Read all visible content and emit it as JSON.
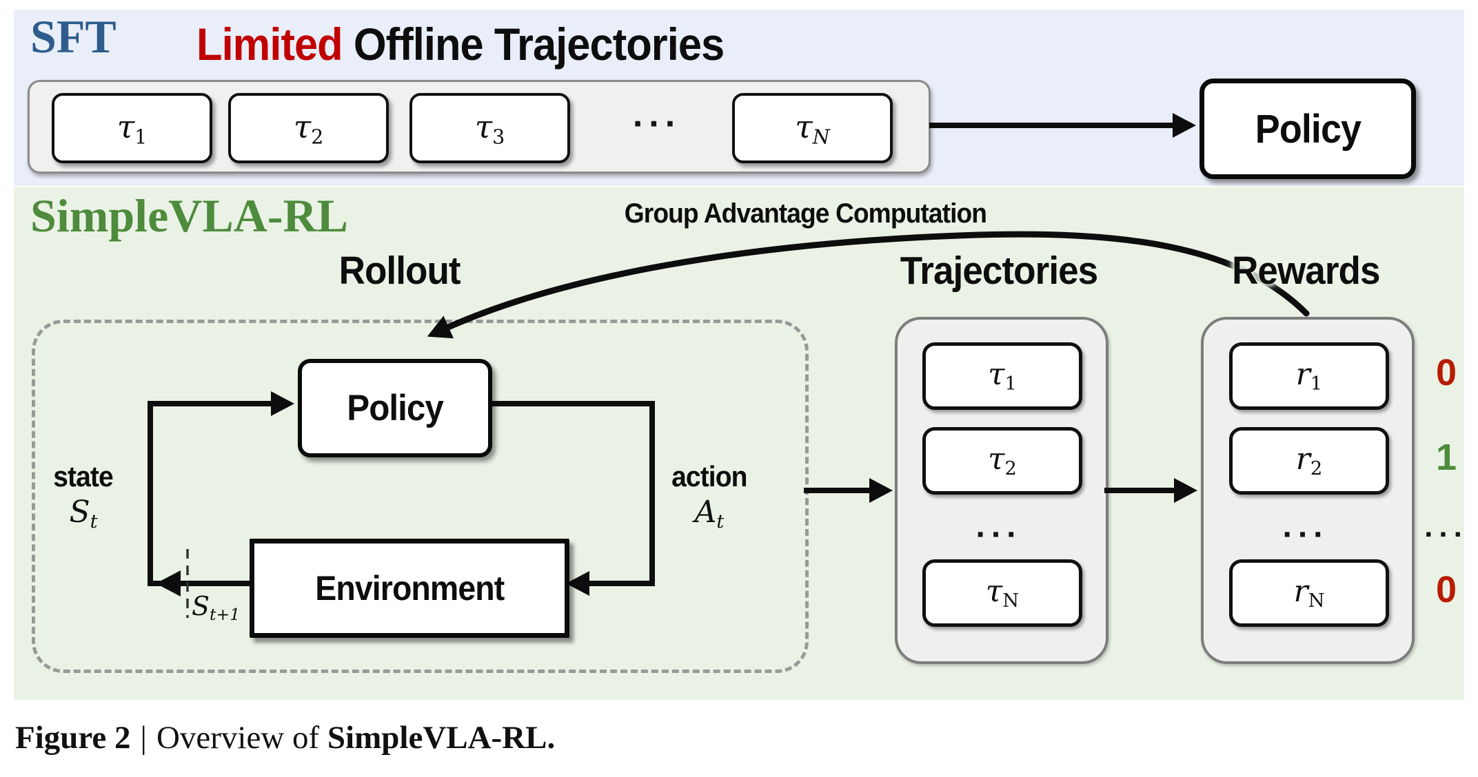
{
  "palette": {
    "sft_blue": "#2e5c8c",
    "highlight_red": "#c00000",
    "rl_green": "#4e8b3c",
    "reward_red": "#b81c00",
    "reward_green": "#4e8b3c",
    "panel_blue_bg": "#e9eef8",
    "panel_green_bg": "#eaf2e5"
  },
  "sft": {
    "label": "SFT",
    "title": {
      "highlight": "Limited",
      "rest": " Offline Trajectories"
    },
    "tray": {
      "items": [
        {
          "base": "τ",
          "sub": "1"
        },
        {
          "base": "τ",
          "sub": "2"
        },
        {
          "base": "τ",
          "sub": "3"
        },
        {
          "dots": "..."
        },
        {
          "base": "τ",
          "sub": "N"
        }
      ]
    },
    "policy_label": "Policy"
  },
  "rl": {
    "label": "SimpleVLA-RL",
    "group_advantage_label": "Group Advantage Computation",
    "rollout": {
      "title": "Rollout",
      "policy_label": "Policy",
      "environment_label": "Environment",
      "state": {
        "word": "state",
        "symbol": "S",
        "sub": "t"
      },
      "action": {
        "word": "action",
        "symbol": "A",
        "sub": "t"
      },
      "next_state": {
        "symbol": "S",
        "sub": "t+1"
      }
    },
    "trajectories": {
      "title": "Trajectories",
      "items": [
        {
          "base": "τ",
          "sub": "1"
        },
        {
          "base": "τ",
          "sub": "2"
        },
        {
          "dots": "..."
        },
        {
          "base": "τ",
          "sub": "N"
        }
      ]
    },
    "rewards": {
      "title": "Rewards",
      "items": [
        {
          "base": "r",
          "sub": "1"
        },
        {
          "base": "r",
          "sub": "2"
        },
        {
          "dots": "..."
        },
        {
          "base": "r",
          "sub": "N"
        }
      ],
      "values": [
        {
          "text": "0",
          "color": "#b81c00"
        },
        {
          "text": "1",
          "color": "#4e8b3c"
        },
        {
          "text": "...",
          "color": "#141414"
        },
        {
          "text": "0",
          "color": "#b81c00"
        }
      ]
    }
  },
  "caption": {
    "figure": "Figure 2",
    "separator": "|",
    "prefix": "Overview of",
    "subject": "SimpleVLA-RL."
  }
}
